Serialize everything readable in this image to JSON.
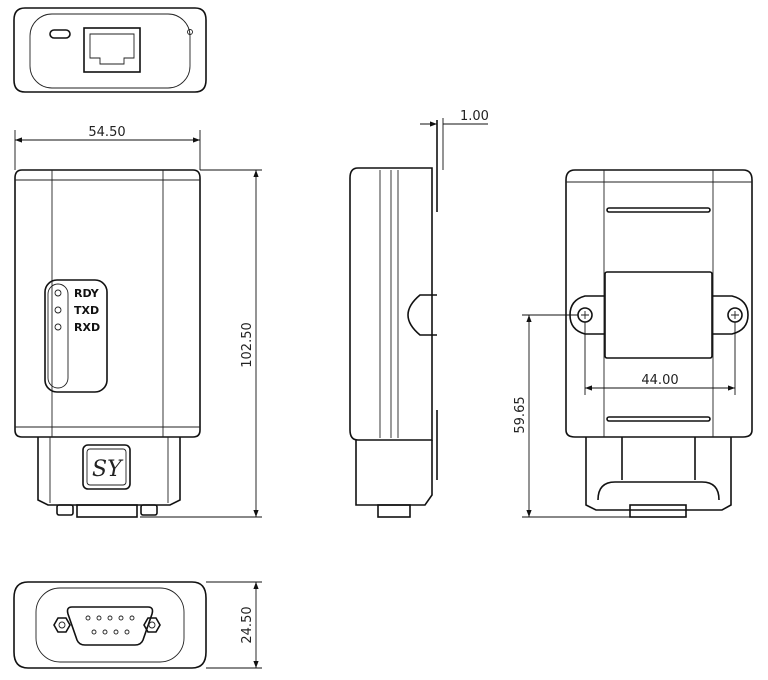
{
  "drawing": {
    "dimensions": {
      "width": "54.50",
      "height": "102.50",
      "flange_thickness": "1.00",
      "mount_spacing": "44.00",
      "mount_height": "59.65",
      "depth": "24.50"
    },
    "led_labels": [
      "RDY",
      "TXD",
      "RXD"
    ],
    "logo_text": "SY",
    "line_color": "#111111",
    "background": "#ffffff"
  }
}
